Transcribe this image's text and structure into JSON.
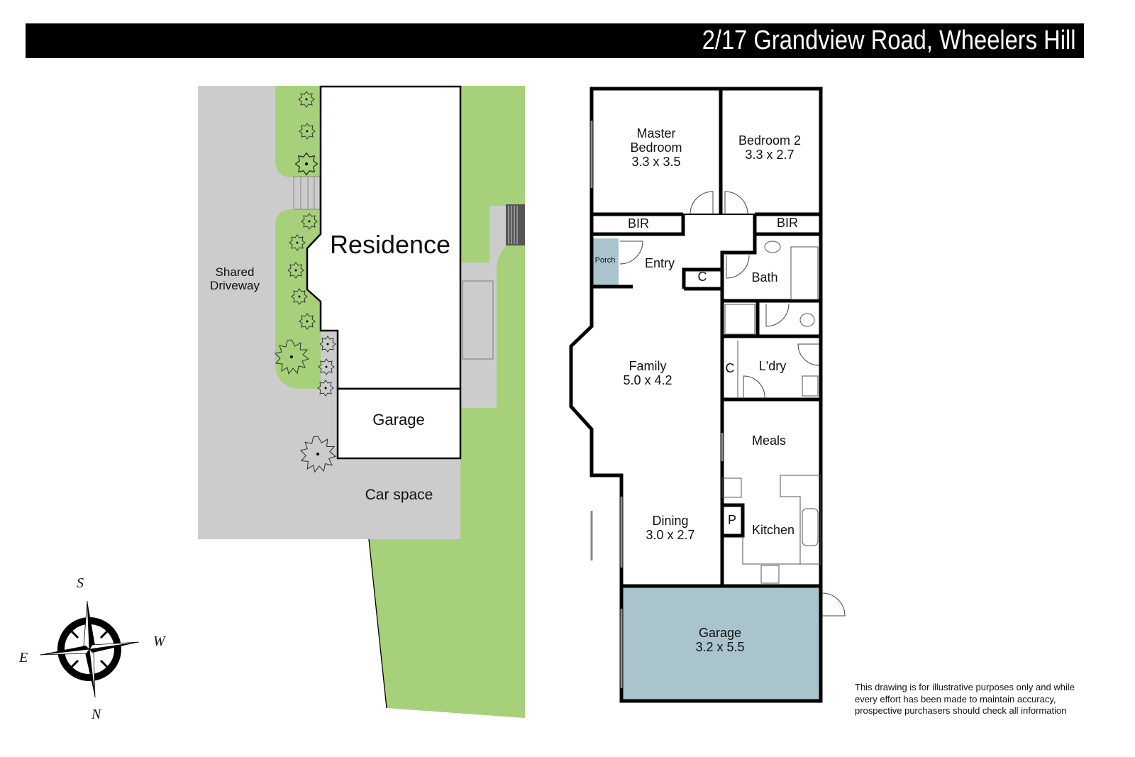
{
  "header": {
    "title": "2/17 Grandview Road, Wheelers Hill"
  },
  "colors": {
    "lawn": "#a6d07a",
    "paving": "#cccccc",
    "garage_fill": "#a9c4cc",
    "porch_fill": "#a9c4cc",
    "wall": "#000000",
    "header_bg": "#000000",
    "header_text": "#ffffff"
  },
  "site_plan": {
    "labels": {
      "residence": "Residence",
      "garage": "Garage",
      "shared_driveway_line1": "Shared",
      "shared_driveway_line2": "Driveway",
      "car_space": "Car space"
    }
  },
  "floor_plan": {
    "rooms": [
      {
        "name": "Master Bedroom",
        "line1": "Master",
        "line2": "Bedroom",
        "dims": "3.3 x 3.5"
      },
      {
        "name": "Bedroom 2",
        "line1": "Bedroom 2",
        "dims": "3.3 x 2.7"
      },
      {
        "name": "BIR (Master)",
        "line1": "BIR"
      },
      {
        "name": "BIR (Bedroom 2)",
        "line1": "BIR"
      },
      {
        "name": "Porch",
        "line1": "Porch"
      },
      {
        "name": "Entry",
        "line1": "Entry"
      },
      {
        "name": "Entry Cupboard",
        "line1": "C"
      },
      {
        "name": "Bath",
        "line1": "Bath"
      },
      {
        "name": "Family",
        "line1": "Family",
        "dims": "5.0 x 4.2"
      },
      {
        "name": "Laundry Cupboard",
        "line1": "C"
      },
      {
        "name": "Laundry",
        "line1": "L'dry"
      },
      {
        "name": "Meals",
        "line1": "Meals"
      },
      {
        "name": "Pantry",
        "line1": "P"
      },
      {
        "name": "Kitchen",
        "line1": "Kitchen"
      },
      {
        "name": "Dining",
        "line1": "Dining",
        "dims": "3.0 x 2.7"
      },
      {
        "name": "Garage",
        "line1": "Garage",
        "dims": "3.2 x 5.5"
      }
    ]
  },
  "compass": {
    "top": "S",
    "right": "W",
    "bottom": "N",
    "left": "E"
  },
  "disclaimer": {
    "line1": "This drawing is for illustrative purposes only and while",
    "line2": "every effort has been made to maintain accuracy,",
    "line3": "prospective purchasers should check all information"
  }
}
